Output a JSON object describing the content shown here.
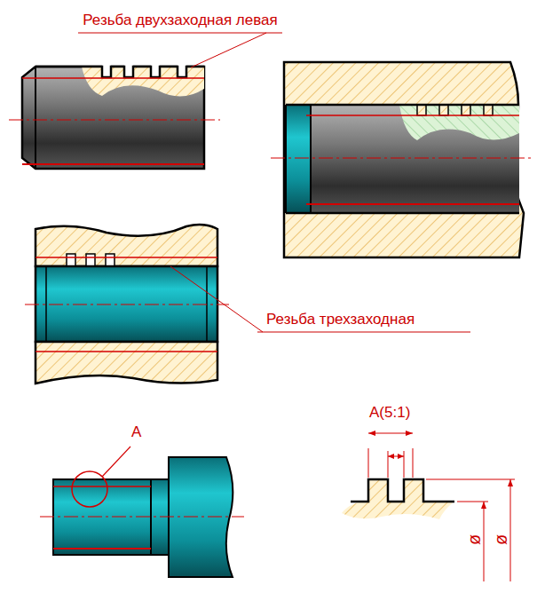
{
  "diagram": {
    "labels": [
      "Резьба двухзаходная левая",
      "Резьба трехзаходная",
      "A",
      "A(5:1)",
      "ø",
      "ø"
    ]
  }
}
